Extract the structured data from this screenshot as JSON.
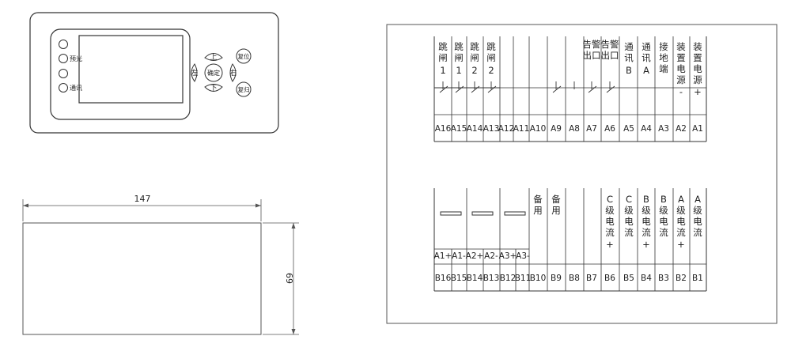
{
  "front_panel": {
    "indicators": [
      {
        "label": ""
      },
      {
        "label": "预光"
      },
      {
        "label": ""
      },
      {
        "label": "通讯"
      }
    ],
    "keys": {
      "up": "上",
      "down": "下",
      "left": "左",
      "right": "右",
      "confirm": "确定",
      "reset": "复位",
      "return": "复归"
    }
  },
  "dimensions": {
    "width": "147",
    "height": "69"
  },
  "terminal_block_a": {
    "labels": [
      "跳闸1",
      "跳闸1",
      "跳闸2",
      "跳闸2",
      "",
      "",
      "",
      "告警出口",
      "告警出口",
      "通讯B",
      "通讯A",
      "接地端",
      "装置电源-",
      "装置电源+"
    ],
    "terminals": [
      "A16",
      "A15",
      "A14",
      "A13",
      "A12",
      "A11",
      "A10",
      "A9",
      "A8",
      "A7",
      "A6",
      "A5",
      "A4",
      "A3",
      "A2",
      "A1"
    ]
  },
  "terminal_block_b": {
    "labels": [
      "",
      "",
      "",
      "",
      "",
      "",
      "备用",
      "备用",
      "",
      "",
      "C级电流+",
      "C级电流",
      "B级电流+",
      "B级电流",
      "A级电流+",
      "A级电流"
    ],
    "pair_labels": [
      "A1+",
      "A1-",
      "A2+",
      "A2-",
      "A3+",
      "A3-"
    ],
    "terminals": [
      "B16",
      "B15",
      "B14",
      "B13",
      "B12",
      "B11",
      "B10",
      "B9",
      "B8",
      "B7",
      "B6",
      "B5",
      "B4",
      "B3",
      "B2",
      "B1"
    ]
  }
}
